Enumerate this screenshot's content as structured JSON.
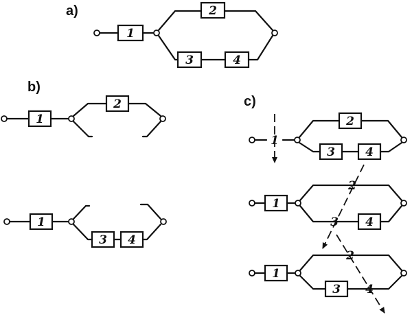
{
  "panels": {
    "a": {
      "label": "a)"
    },
    "b": {
      "label": "b)"
    },
    "c": {
      "label": "c)"
    }
  },
  "blocks": {
    "a": {
      "b1": "1",
      "b2": "2",
      "b3": "3",
      "b4": "4"
    },
    "b_top": {
      "b1": "1",
      "b2": "2"
    },
    "b_bottom": {
      "b1": "1",
      "b3": "3",
      "b4": "4"
    },
    "c_first": {
      "b2": "2",
      "b3": "3",
      "b4": "4"
    },
    "c_second": {
      "b1": "1",
      "b4": "4"
    },
    "c_third": {
      "b1": "1",
      "b3": "3"
    }
  },
  "cut_labels": {
    "first": "1",
    "second_upper": "2",
    "second_lower": "3",
    "third_upper": "2",
    "third_lower": "4"
  }
}
